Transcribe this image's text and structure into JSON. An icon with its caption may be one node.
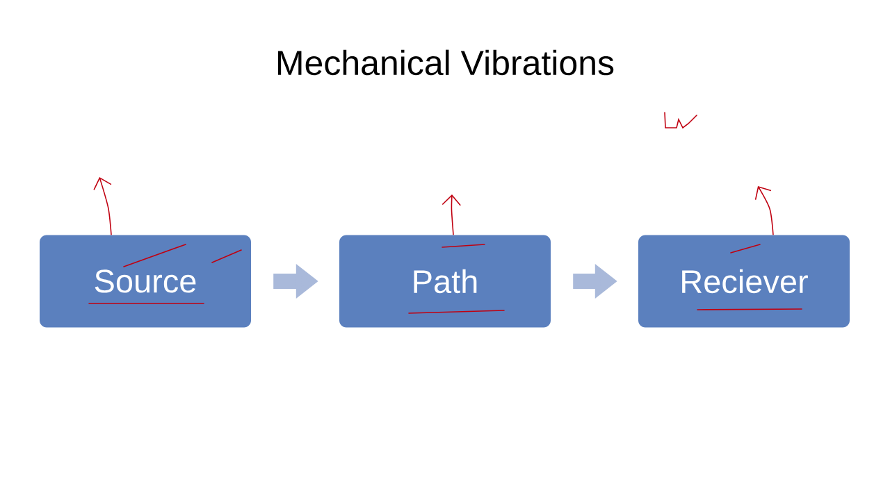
{
  "diagram": {
    "title": "Mechanical Vibrations",
    "nodes": [
      {
        "text": [
          "Source"
        ]
      },
      {
        "text": [
          "Path"
        ]
      },
      {
        "text": [
          "Reciever"
        ]
      }
    ],
    "edges": [
      {
        "from": 0,
        "to": 1,
        "arrow": "to",
        "style": "thick",
        "color": "#a9b9da"
      },
      {
        "from": 1,
        "to": 2,
        "arrow": "to",
        "style": "thick",
        "color": "#a9b9da"
      },
      {
        "from": 0,
        "to": null,
        "arrow": "to",
        "color": "#c00010"
      },
      {
        "from": 1,
        "to": null,
        "arrow": "to",
        "color": "#c00010"
      },
      {
        "from": 2,
        "to": null,
        "arrow": "to",
        "color": "#c00010"
      }
    ]
  }
}
